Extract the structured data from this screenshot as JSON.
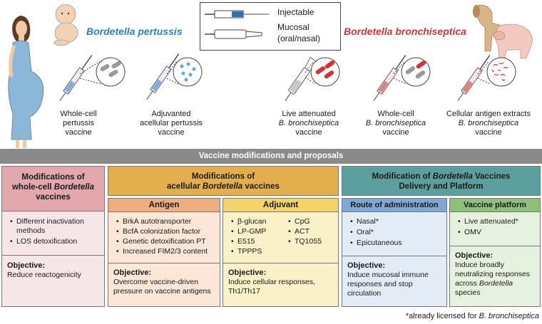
{
  "top": {
    "pertussis_title": "Bordetella pertussis",
    "bronchiseptica_title": "Bordetella bronchiseptica",
    "legend": {
      "injectable": "Injectable",
      "mucosal_line1": "Mucosal",
      "mucosal_line2": "(oral/nasal)"
    },
    "vaccines": [
      {
        "l1": "Whole-cell",
        "l2": "pertussis",
        "l3": "vaccine"
      },
      {
        "l1": "Adjuvanted",
        "l2": "acellular pertussis",
        "l3": "vaccine"
      },
      {
        "l1": "Live attenuated",
        "l2": "B. bronchiseptica",
        "l3": "vaccine"
      },
      {
        "l1": "Whole-cell",
        "l2": "B. bronchiseptica",
        "l3": "vaccine"
      },
      {
        "l1": "Cellular antigen extracts",
        "l2": "B. bronchiseptica",
        "l3": "vaccine"
      }
    ]
  },
  "banner": "Vaccine modifications and proposals",
  "whole_cell": {
    "title_l1": "Modifications of",
    "title_l2a": "whole-cell ",
    "title_l2b": "Bordetella",
    "title_l3": "vaccines",
    "items": [
      "Different inactivation methods",
      "LOS detoxification"
    ],
    "objective_label": "Objective:",
    "objective": "Reduce reactogenicity"
  },
  "acellular": {
    "title_l1": "Modifications of",
    "title_l2a": "acellular ",
    "title_l2b": "Bordetella",
    "title_l2c": " vaccines",
    "antigen": {
      "title": "Antigen",
      "items": [
        "BrkA autotransporter",
        "BcfA colonization factor",
        "Genetic detoxification PT",
        "Increased FIM2/3 content"
      ],
      "objective_label": "Objective:",
      "objective": "Overcome vaccine-driven pressure on vaccine antigens"
    },
    "adjuvant": {
      "title": "Adjuvant",
      "col1": [
        "β-glucan",
        "LP-GMP",
        "E515",
        "TPPPS"
      ],
      "col2": [
        "CpG",
        "ACT",
        "TQ1055"
      ],
      "objective_label": "Objective:",
      "objective": "Induce cellular responses, Th1/Th17"
    }
  },
  "delivery": {
    "title_l1a": "Modification of ",
    "title_l1b": "Bordetella",
    "title_l1c": " Vaccines",
    "title_l2": "Delivery and Platform",
    "route": {
      "title": "Route of administration",
      "items": [
        "Nasal*",
        "Oral*",
        "Epicutaneous"
      ],
      "objective_label": "Objective:",
      "objective": "Induce mucosal immune responses and stop circulation"
    },
    "platform": {
      "title": "Vaccine platform",
      "items": [
        "Live attenuated*",
        "OMV"
      ],
      "objective_label": "Objective:",
      "objective_a": "Induce broadly neutralizing responses across ",
      "objective_b": "Bordetella",
      "objective_c": " species"
    }
  },
  "footnote_a": "*already licensed for ",
  "footnote_b": "B. bronchiseptica"
}
